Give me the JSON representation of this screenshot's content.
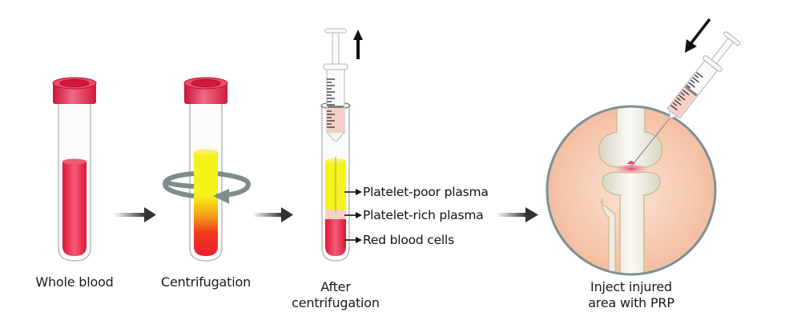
{
  "title": "Platelet-rich plasma (PRP) preparation and injection",
  "colors": {
    "cap": "#e8254a",
    "blood": "#ec1f3c",
    "plasma_yellow": "#f4f01c",
    "prp_pink": "#f8cfc6",
    "skin": "#f6c7ad",
    "bone": "#ece9dc",
    "circle_border": "#7c9194",
    "arrow": "#3a3a3a"
  },
  "steps": [
    {
      "id": "whole-blood",
      "caption": "Whole blood"
    },
    {
      "id": "centrifugation",
      "caption": "Centrifugation"
    },
    {
      "id": "after-centrifugation",
      "caption_line1": "After",
      "caption_line2": "centrifugation"
    },
    {
      "id": "inject",
      "caption_line1": "Inject injured",
      "caption_line2": "area with PRP"
    }
  ],
  "layers": [
    {
      "label": "Platelet-poor plasma"
    },
    {
      "label": "Platelet-rich plasma"
    },
    {
      "label": "Red blood cells"
    }
  ],
  "icons": {
    "step_arrow": "right-arrow",
    "rotation": "circular-rotation-arrow",
    "withdraw": "up-arrow",
    "inject": "down-left-arrow"
  }
}
